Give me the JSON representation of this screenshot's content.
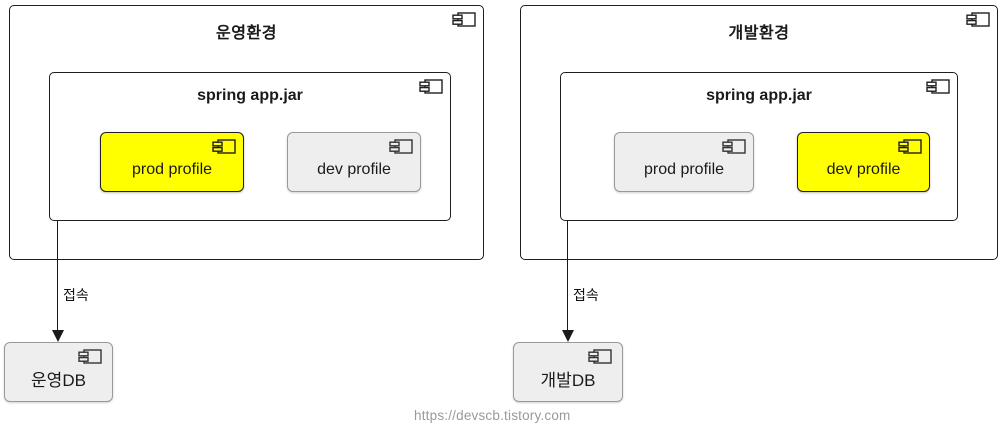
{
  "diagram": {
    "environments": [
      {
        "title": "운영환경",
        "jar_title": "spring app.jar",
        "profiles": [
          {
            "label": "prod profile",
            "active": true
          },
          {
            "label": "dev profile",
            "active": false
          }
        ],
        "connection_label": "접속",
        "db_label": "운영DB"
      },
      {
        "title": "개발환경",
        "jar_title": "spring app.jar",
        "profiles": [
          {
            "label": "prod profile",
            "active": false
          },
          {
            "label": "dev profile",
            "active": true
          }
        ],
        "connection_label": "접속",
        "db_label": "개발DB"
      }
    ],
    "colors": {
      "active_profile_fill": "#ffff00",
      "inactive_profile_fill": "#eeeeee",
      "border": "#1f1f1f"
    },
    "watermark": "https://devscb.tistory.com"
  }
}
